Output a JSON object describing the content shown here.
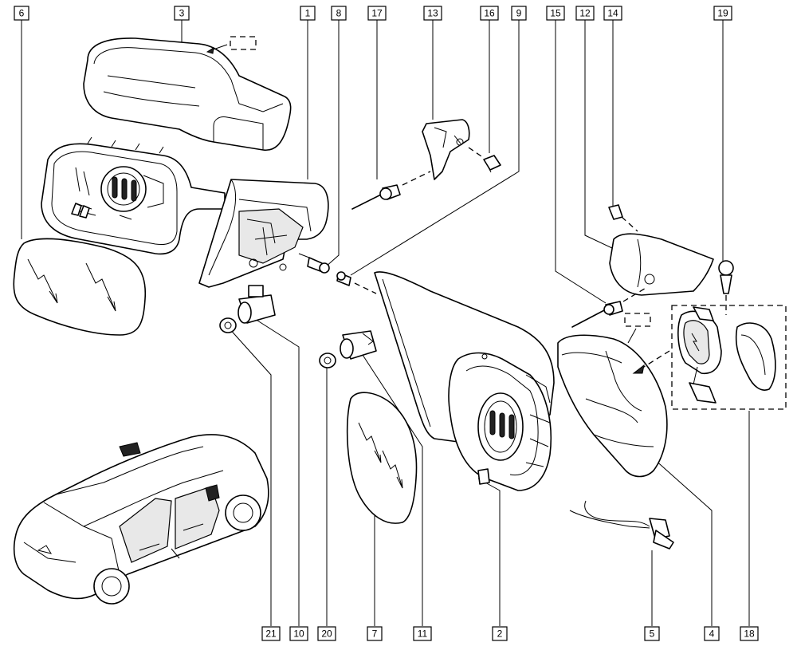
{
  "callouts": {
    "c6": "6",
    "c3": "3",
    "c1": "1",
    "c8": "8",
    "c17": "17",
    "c13": "13",
    "c16": "16",
    "c9": "9",
    "c15": "15",
    "c12": "12",
    "c14": "14",
    "c19": "19",
    "c21": "21",
    "c10": "10",
    "c20": "20",
    "c7": "7",
    "c11": "11",
    "c2": "2",
    "c5": "5",
    "c4": "4",
    "c18": "18"
  }
}
